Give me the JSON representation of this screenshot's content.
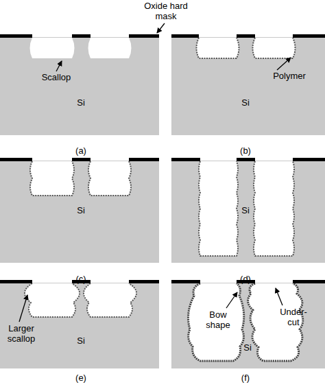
{
  "diagram": {
    "labels": [
      "Oxide hard mask",
      "Scallop",
      "Si",
      "(a)",
      "Polymer",
      "Si",
      "(b)",
      "Si",
      "(c)",
      "Si",
      "(d)",
      "Larger scallop",
      "Si",
      "(e)",
      "Bow shape",
      "Under-cut",
      "Si",
      "(f)"
    ]
  }
}
